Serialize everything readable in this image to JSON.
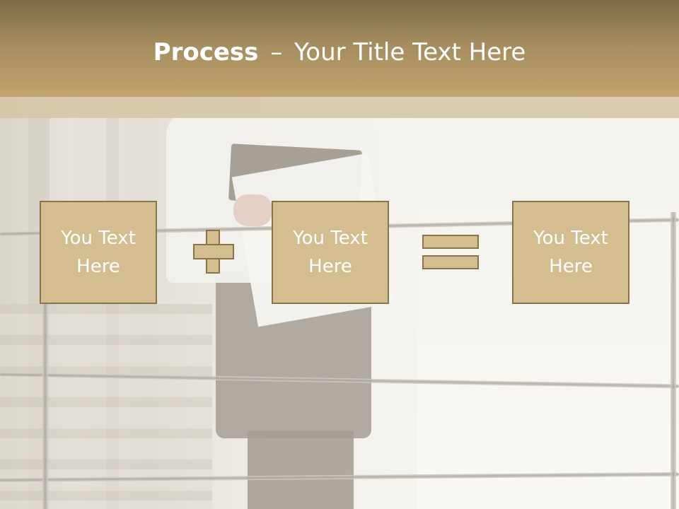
{
  "title": {
    "bold": "Process",
    "dash": "–",
    "rest": "Your Title Text Here"
  },
  "boxes": [
    {
      "text": "You Text\nHere"
    },
    {
      "text": "You Text\nHere"
    },
    {
      "text": "You Text\nHere"
    }
  ],
  "colors": {
    "header": "#a58c5e",
    "box_fill": "#d4bd8e",
    "box_border": "#8a7549",
    "text": "#ffffff"
  }
}
